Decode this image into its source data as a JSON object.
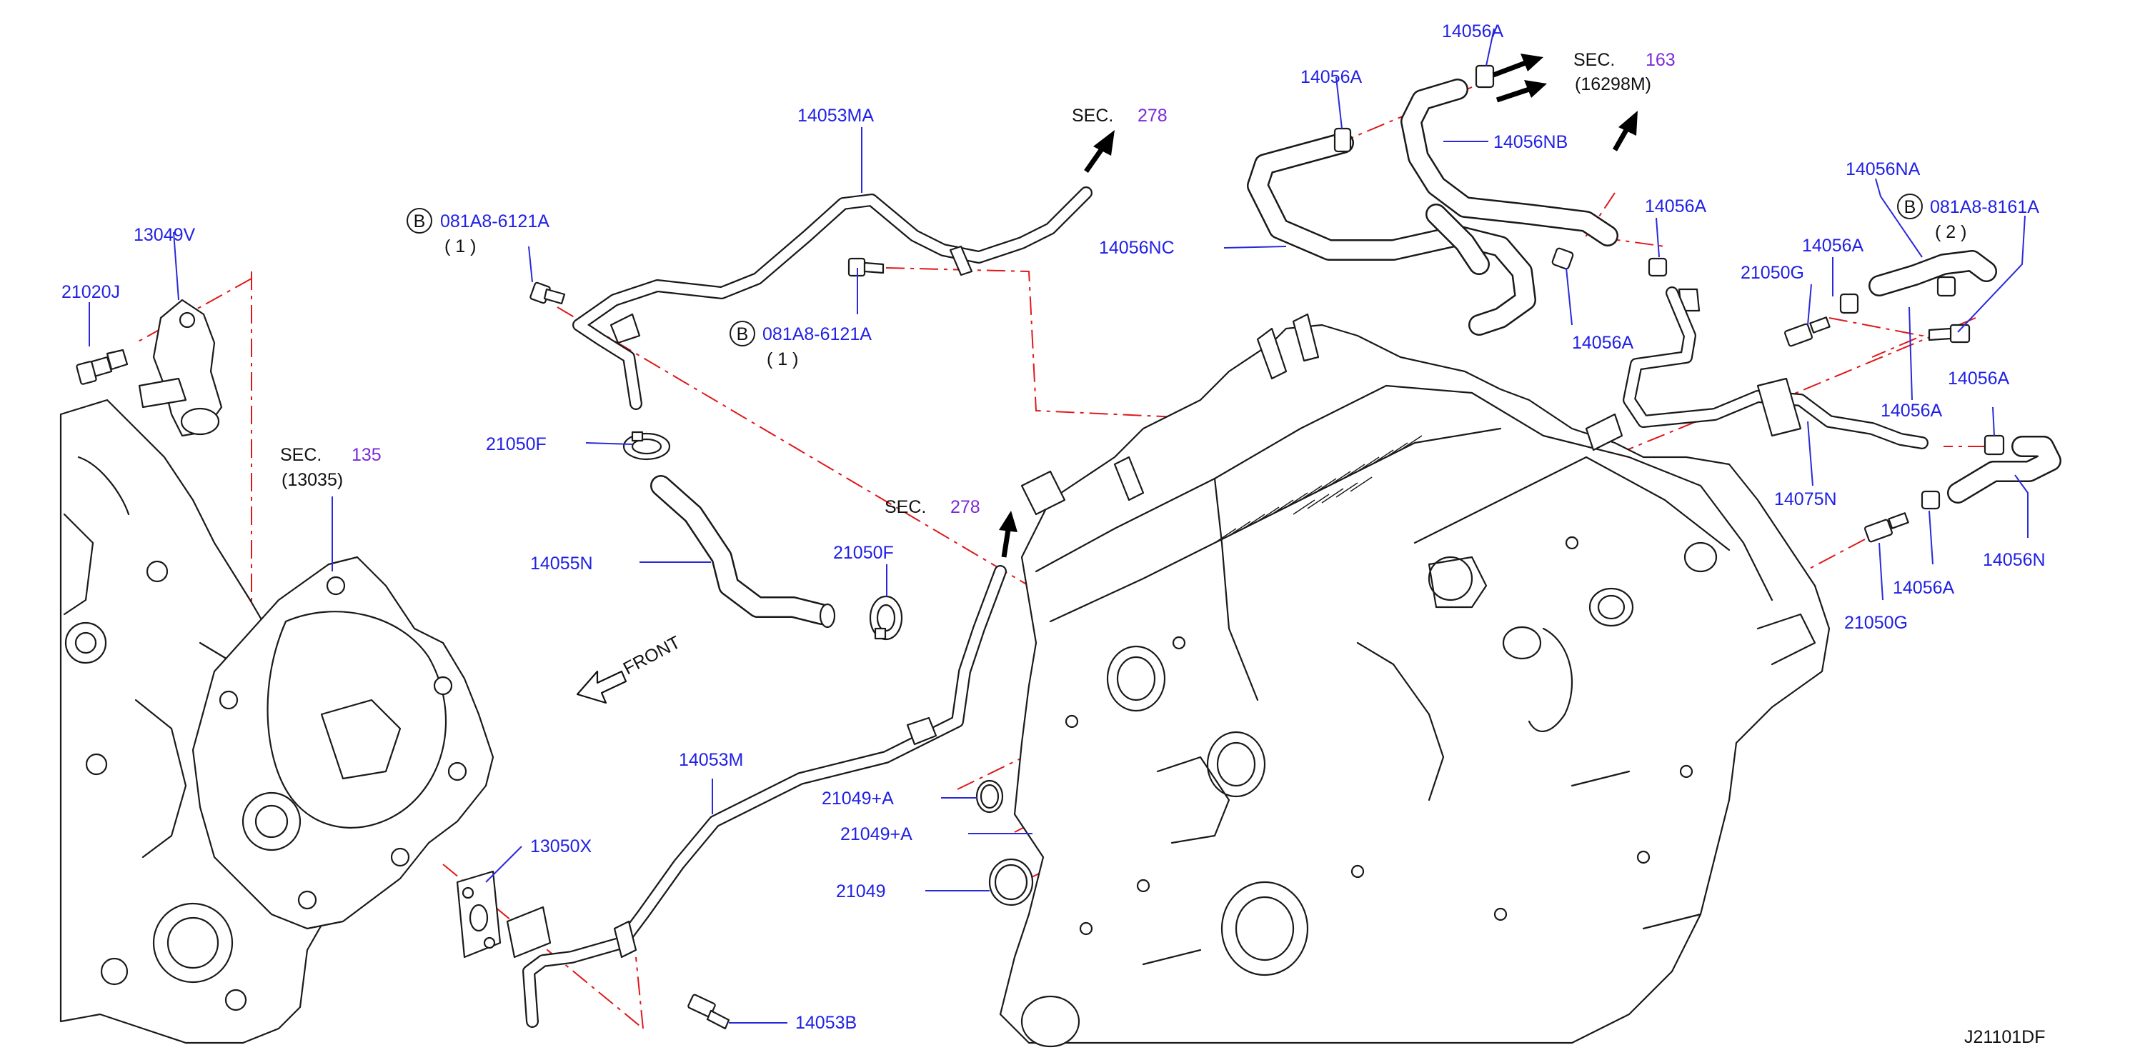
{
  "diagram_code": "J21101DF",
  "front_label": "FRONT",
  "labels": {
    "p13049V": "13049V",
    "p21020J": "21020J",
    "p081A8_6121A_1": "081A8-6121A",
    "p081A8_6121A_1_qty": "( 1 )",
    "p081A8_6121A_2": "081A8-6121A",
    "p081A8_6121A_2_qty": "( 1 )",
    "p14053MA": "14053MA",
    "p21050F_1": "21050F",
    "p21050F_2": "21050F",
    "p14055N": "14055N",
    "p14053M": "14053M",
    "p13050X": "13050X",
    "p14053B": "14053B",
    "p21049A_1": "21049+A",
    "p21049A_2": "21049+A",
    "p21049": "21049",
    "p14056A_top": "14056A",
    "p14056A_2": "14056A",
    "p14056NB": "14056NB",
    "p14056NC": "14056NC",
    "p14056A_3": "14056A",
    "p14056A_4": "14056A",
    "p14056NA": "14056NA",
    "p081A8_8161A": "081A8-8161A",
    "p081A8_8161A_qty": "( 2 )",
    "p14056A_5": "14056A",
    "p21050G_1": "21050G",
    "p14056A_6": "14056A",
    "p14056A_7": "14056A",
    "p14075N": "14075N",
    "p14056N": "14056N",
    "p14056A_8": "14056A",
    "p21050G_2": "21050G",
    "bolt_marker": "B"
  },
  "sections": {
    "s135": {
      "prefix": "SEC.",
      "num": "135",
      "ref": "(13035)"
    },
    "s278_top": {
      "prefix": "SEC.",
      "num": "278"
    },
    "s278_mid": {
      "prefix": "SEC.",
      "num": "278"
    },
    "s163": {
      "prefix": "SEC.",
      "num": "163",
      "ref": "(16298M)"
    }
  },
  "colors": {
    "part_label": "#2121e6",
    "section_number": "#7a2bd9",
    "leader_line": "#2a2ad8",
    "dash_dot_line": "#e0181a",
    "linework": "#1a1a1a"
  }
}
